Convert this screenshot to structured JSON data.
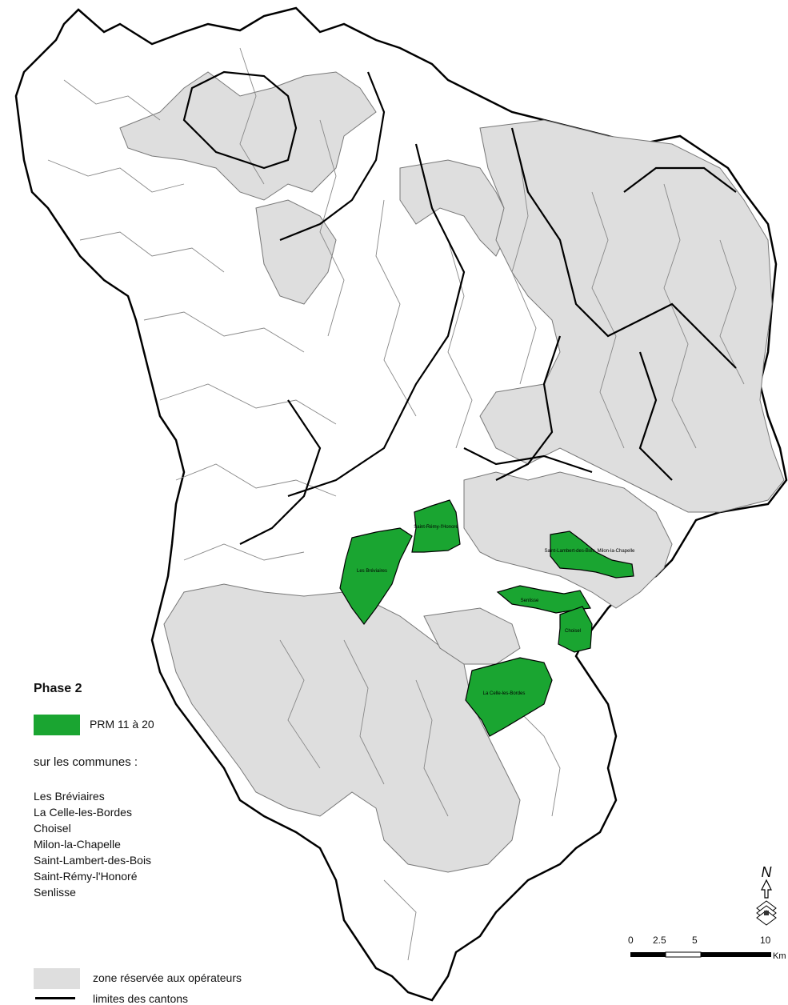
{
  "legend": {
    "title": "Phase 2",
    "prm_label": "PRM 11 à 20",
    "communes_heading": "sur les communes :",
    "communes": [
      "Les Bréviaires",
      "La Celle-les-Bordes",
      "Choisel",
      "Milon-la-Chapelle",
      "Saint-Lambert-des-Bois",
      "Saint-Rémy-l'Honoré",
      "Senlisse"
    ],
    "zone_label": "zone réservée aux opérateurs",
    "limits_label": "limites des cantons"
  },
  "map_labels": {
    "les_breviaires": "Les Bréviaires",
    "saint_remy": "Saint-Rémy-l'Honoré",
    "saint_lambert": "Saint-Lambert-des-Bois",
    "milon": "Milon-la-Chapelle",
    "senlisse": "Senlisse",
    "choisel": "Choisel",
    "la_celle": "La Celle-les-Bordes"
  },
  "scale": {
    "ticks": [
      "0",
      "2.5",
      "5",
      "10"
    ],
    "unit": "Km"
  },
  "north_label": "N",
  "colors": {
    "prm": "#1aa531",
    "reserved": "#dedede",
    "canton": "#000000"
  }
}
